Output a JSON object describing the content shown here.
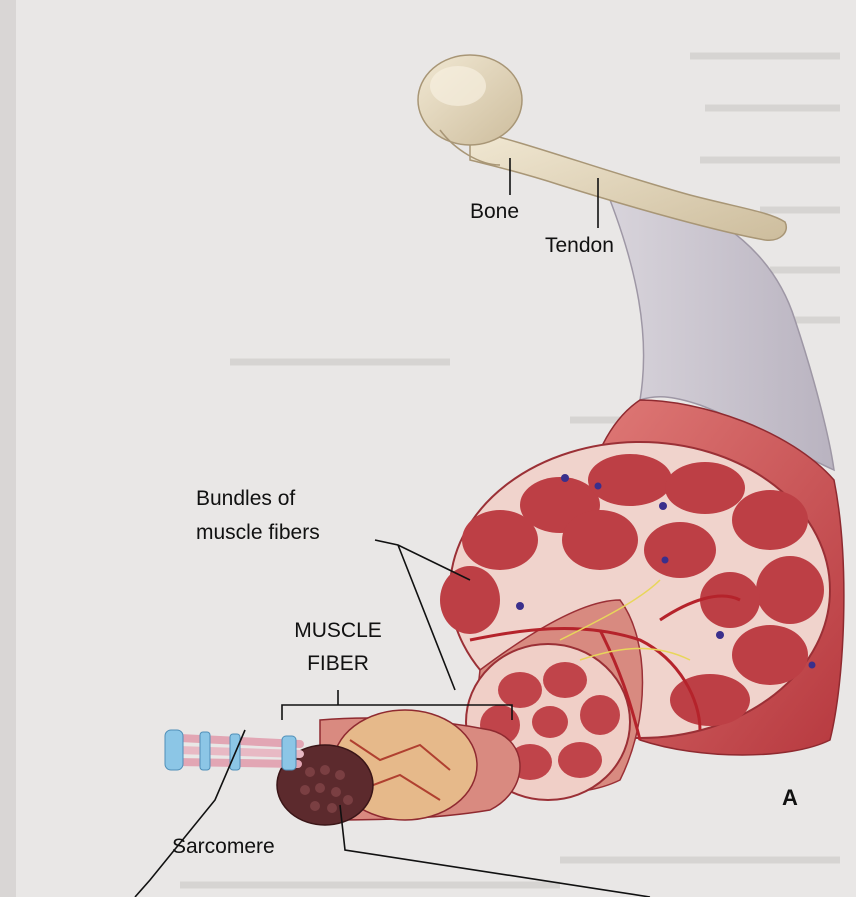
{
  "labels": {
    "bone": "Bone",
    "tendon": "Tendon",
    "bundles_line1": "Bundles of",
    "bundles_line2": "muscle fibers",
    "muscle_line1": "MUSCLE",
    "muscle_line2": "FIBER",
    "sarcomere": "Sarcomere",
    "panel_letter": "A"
  },
  "colors": {
    "page": "#e9e7e6",
    "bone": "#e8dcc2",
    "tendon": "#c9c4cf",
    "muscle": "#c9484c",
    "muscle_light": "#e48a86",
    "fascicle": "#b5333a",
    "sarcomere_blue": "#8cc6e6",
    "sarcomere_pink": "#e2a6b4"
  }
}
